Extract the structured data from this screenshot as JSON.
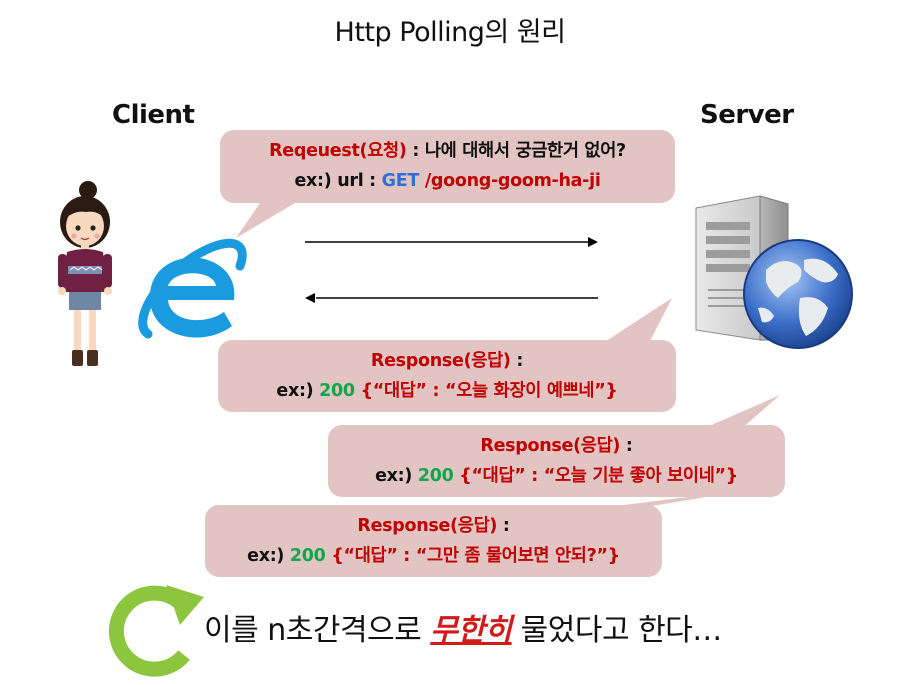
{
  "title": "Http Polling의 원리",
  "client_label": "Client",
  "server_label": "Server",
  "request": {
    "label": "Reqeuest(요청)",
    "sep": " : ",
    "text": "나에 대해서 궁금한거 없어?",
    "ex_prefix": "ex:) url : ",
    "method": "GET",
    "path": " /goong-goom-ha-ji"
  },
  "responses": [
    {
      "label": "Response(응답)",
      "sep": " :",
      "ex_prefix": "ex:) ",
      "code": "200",
      "body_open": " {“대답” : ",
      "body_value": "“오늘 화장이 예쁘네”}"
    },
    {
      "label": "Response(응답)",
      "sep": " :",
      "ex_prefix": "ex:) ",
      "code": "200",
      "body_open": " {“대답” : ",
      "body_value": "“오늘 기분 좋아 보이네”}"
    },
    {
      "label": "Response(응답)",
      "sep": " :",
      "ex_prefix": "ex:) ",
      "code": "200",
      "body_open": " {“대답” : ",
      "body_value": "“그만 좀 물어보면 안되?”}"
    }
  ],
  "footer": {
    "before": "이를 n초간격으로 ",
    "emphasis": "무한히",
    "after": " 물었다고 한다…"
  },
  "colors": {
    "bubble": "#e2c4c3",
    "label_red": "#c00000",
    "method_blue": "#2f6fd6",
    "code_green": "#12a64a",
    "refresh_green": "#8cc63f",
    "emphasis_red": "#d11a1a"
  },
  "icons": [
    "girl-icon",
    "internet-explorer-icon",
    "server-icon",
    "globe-icon",
    "refresh-icon"
  ]
}
